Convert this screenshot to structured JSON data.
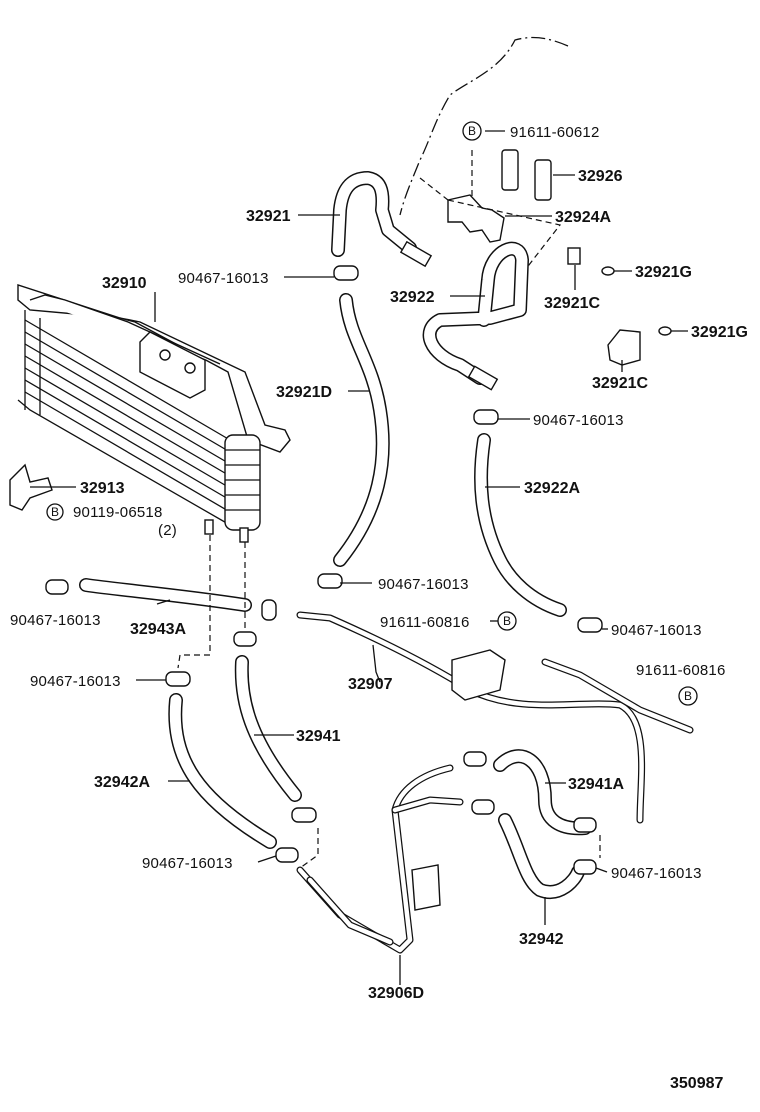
{
  "figure_id": "350987",
  "callouts": {
    "c32910": "32910",
    "c32913": "32913",
    "c90119": "90119-06518",
    "c90119_qty": "(2)",
    "c32921": "32921",
    "c90467_a": "90467-16013",
    "c32921D": "32921D",
    "c90467_b": "90467-16013",
    "c91611_a": "91611-60612",
    "c32926": "32926",
    "c32924A": "32924A",
    "c32921G_a": "32921G",
    "c32921C_a": "32921C",
    "c32922": "32922",
    "c32921G_b": "32921G",
    "c32921C_b": "32921C",
    "c90467_c": "90467-16013",
    "c32922A": "32922A",
    "c90467_d": "90467-16013",
    "c90467_e": "90467-16013",
    "c32943A": "32943A",
    "c91611_b": "91611-60816",
    "c32907": "32907",
    "c91611_c": "91611-60816",
    "c90467_f": "90467-16013",
    "c32941": "32941",
    "c32942A": "32942A",
    "c32941A": "32941A",
    "c90467_g": "90467-16013",
    "c90467_h": "90467-16013",
    "c32942": "32942",
    "c32906D": "32906D"
  },
  "bolt_marker": "B"
}
